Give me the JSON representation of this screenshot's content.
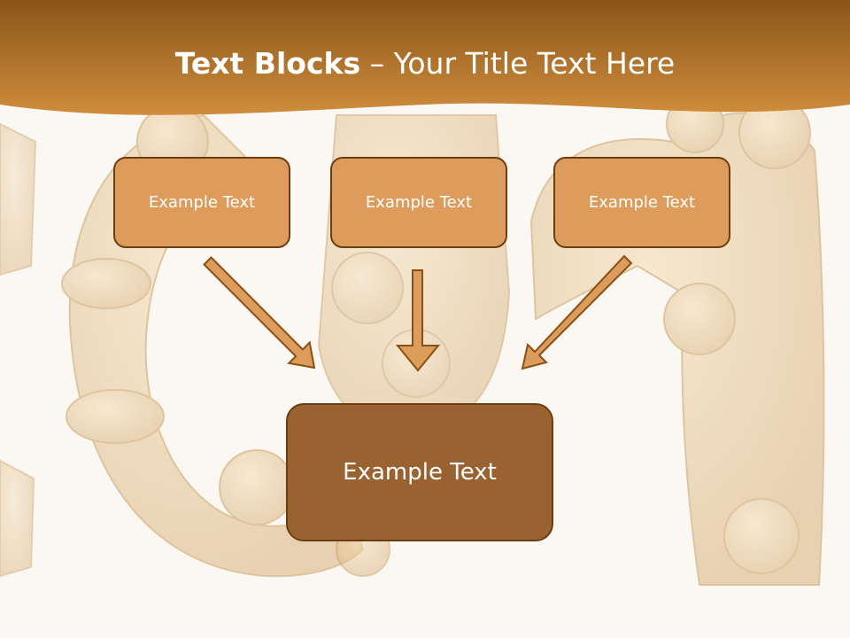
{
  "title": {
    "bold": "Text Blocks",
    "dash": "–",
    "rest": "Your Title Text Here"
  },
  "blocks": [
    {
      "label": "Example Text"
    },
    {
      "label": "Example Text"
    },
    {
      "label": "Example Text"
    }
  ],
  "target": {
    "label": "Example Text"
  },
  "colors": {
    "header": "#c9883a",
    "box_fill": "#dd9c5b",
    "box_border": "#6b3d10",
    "target_fill": "#9b6231",
    "arrow_fill": "#dc9c5b"
  }
}
